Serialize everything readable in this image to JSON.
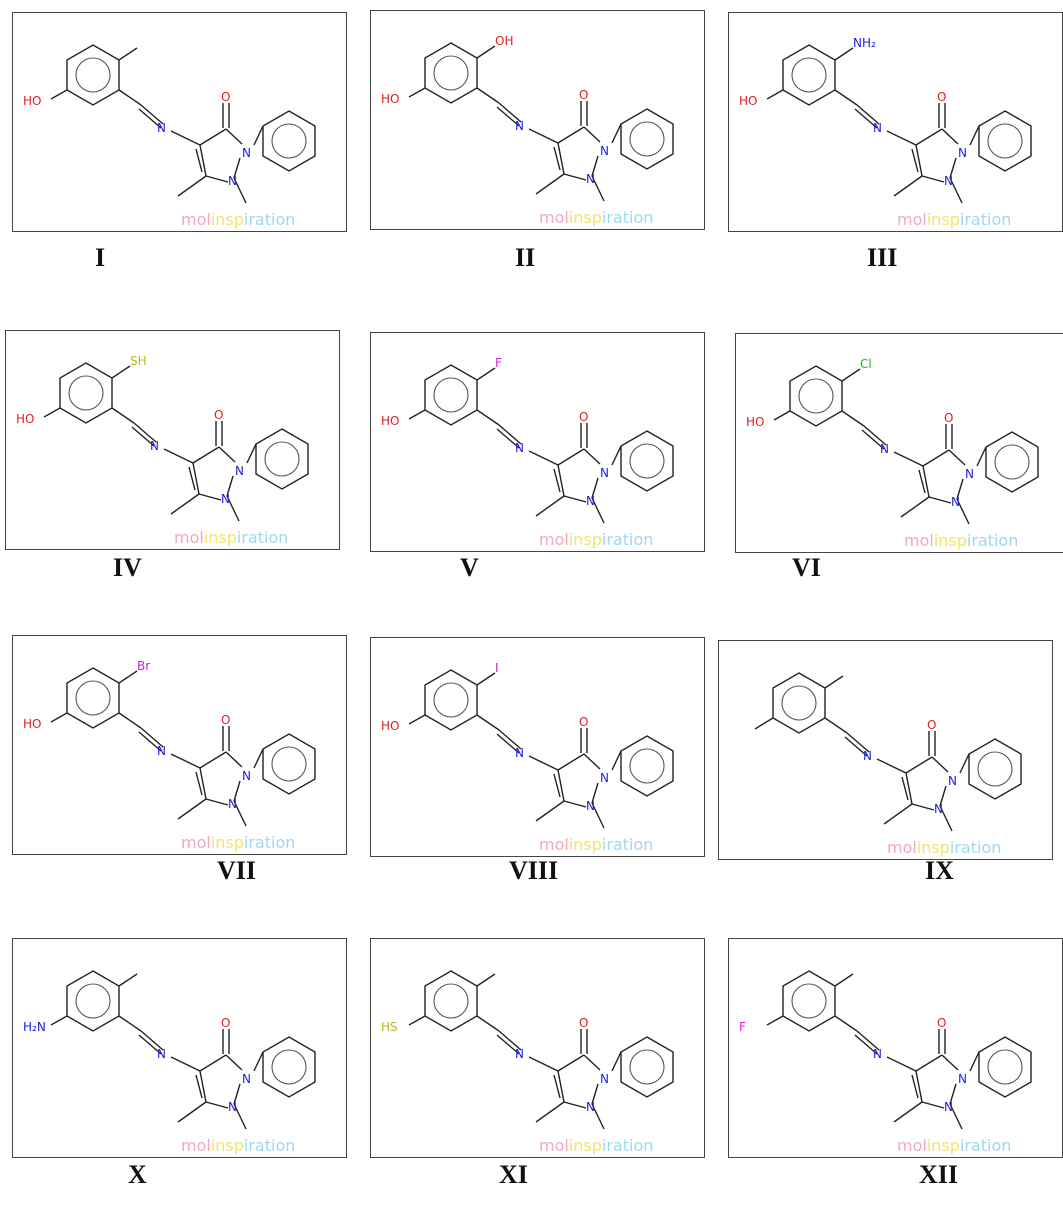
{
  "watermark": {
    "text": [
      "mol",
      "insp",
      "iration"
    ],
    "colors": [
      "#f3a9b8",
      "#f2e56a",
      "#9fd7f5"
    ]
  },
  "atom_colors": {
    "O": "#e02020",
    "N": "#2020e0",
    "S": "#b8b820",
    "F": "#e020e0",
    "Cl": "#20b820",
    "Br": "#d020d0",
    "I": "#d020d0"
  },
  "structures": [
    {
      "label": "I",
      "top": {
        "text": "",
        "color": ""
      },
      "left": {
        "text": "HO",
        "color": "#e02020"
      }
    },
    {
      "label": "II",
      "top": {
        "text": "OH",
        "color": "#e02020"
      },
      "left": {
        "text": "HO",
        "color": "#e02020"
      }
    },
    {
      "label": "III",
      "top": {
        "text": "NH₂",
        "color": "#2020e0"
      },
      "left": {
        "text": "HO",
        "color": "#e02020"
      }
    },
    {
      "label": "IV",
      "top": {
        "text": "SH",
        "color": "#b8b820"
      },
      "left": {
        "text": "HO",
        "color": "#e02020"
      }
    },
    {
      "label": "V",
      "top": {
        "text": "F",
        "color": "#e020e0"
      },
      "left": {
        "text": "HO",
        "color": "#e02020"
      }
    },
    {
      "label": "VI",
      "top": {
        "text": "Cl",
        "color": "#20b820"
      },
      "left": {
        "text": "HO",
        "color": "#e02020"
      }
    },
    {
      "label": "VII",
      "top": {
        "text": "Br",
        "color": "#d020d0"
      },
      "left": {
        "text": "HO",
        "color": "#e02020"
      }
    },
    {
      "label": "VIII",
      "top": {
        "text": "I",
        "color": "#d020d0"
      },
      "left": {
        "text": "HO",
        "color": "#e02020"
      }
    },
    {
      "label": "IX",
      "top": {
        "text": "",
        "color": ""
      },
      "left": {
        "text": "",
        "color": ""
      }
    },
    {
      "label": "X",
      "top": {
        "text": "",
        "color": ""
      },
      "left": {
        "text": "H₂N",
        "color": "#2020e0"
      }
    },
    {
      "label": "XI",
      "top": {
        "text": "",
        "color": ""
      },
      "left": {
        "text": "HS",
        "color": "#b8b820"
      }
    },
    {
      "label": "XII",
      "top": {
        "text": "",
        "color": ""
      },
      "left": {
        "text": "F",
        "color": "#e020e0"
      }
    }
  ]
}
